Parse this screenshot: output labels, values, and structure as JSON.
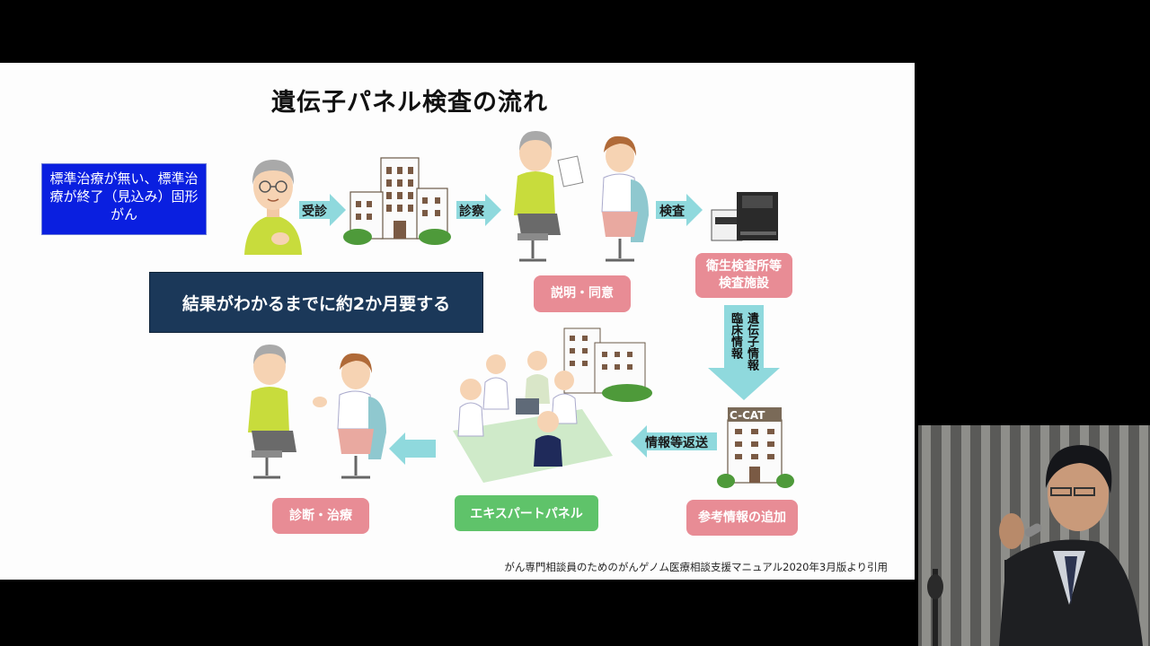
{
  "slide": {
    "title": "遺伝子パネル検査の流れ",
    "condition_box": "標準治療が無い、標準治療が終了（見込み）固形がん",
    "duration_box": "結果がわかるまでに約2か月要する",
    "steps": {
      "explain": "説明・同意",
      "lab": "衛生検査所等\n検査施設",
      "ccat_add": "参考情報の追加",
      "expert": "エキスパートパネル",
      "treat": "診断・治療"
    },
    "arrows": {
      "visit": "受診",
      "exam": "診察",
      "test": "検査",
      "return": "情報等返送",
      "clinical_info": "臨床情報",
      "genetic_info": "遺伝子情報"
    },
    "ccat_label": "C-CAT",
    "citation": "がん専門相談員のためのがんゲノム医療相談支援マニュアル2020年3月版より引用"
  },
  "colors": {
    "blue_box": "#0a1fe0",
    "navy_box": "#1b3859",
    "pink": "#e88c95",
    "green": "#5fc36a",
    "arrow": "#8fd9dd"
  }
}
